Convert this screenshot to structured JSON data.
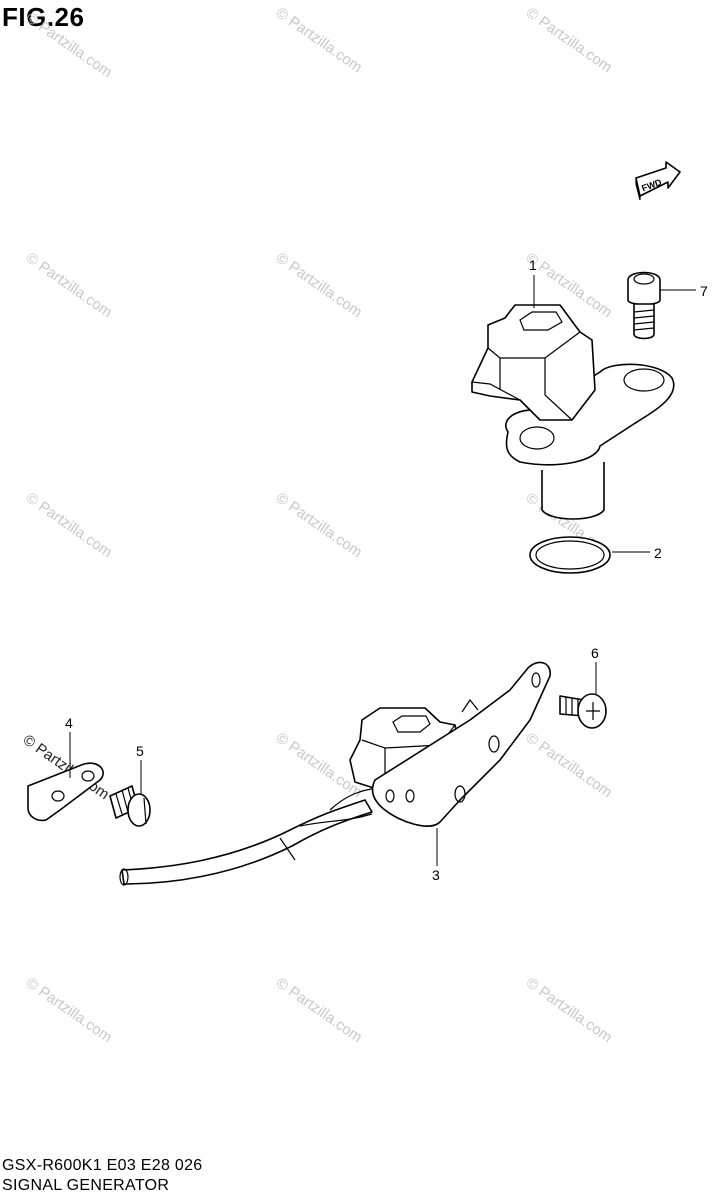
{
  "figure": {
    "title": "FIG.26",
    "model_code": "GSX-R600K1 E03 E28  026",
    "section_name": "SIGNAL GENERATOR",
    "fwd_label": "FWD"
  },
  "callouts": [
    "1",
    "2",
    "3",
    "4",
    "5",
    "6",
    "7"
  ],
  "watermark": "© Partzilla.com"
}
